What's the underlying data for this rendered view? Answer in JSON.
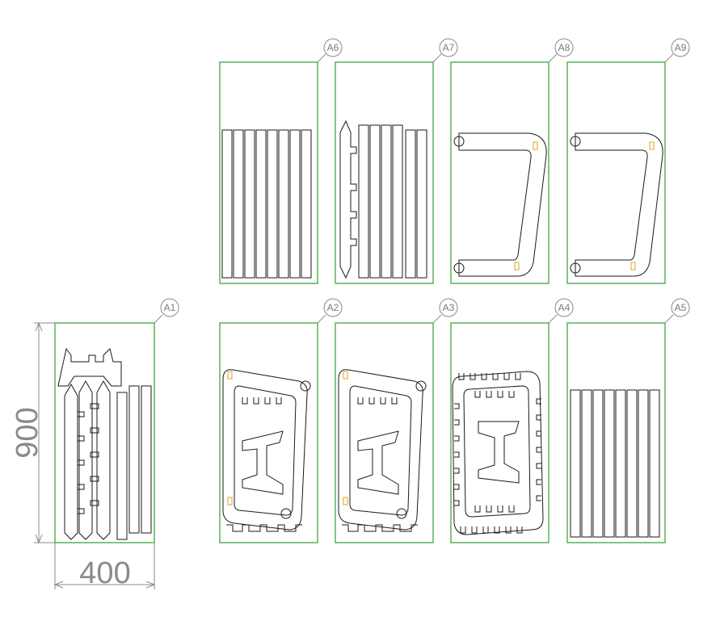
{
  "drawing": {
    "panels": [
      {
        "id": "A1",
        "label": "A1"
      },
      {
        "id": "A2",
        "label": "A2"
      },
      {
        "id": "A3",
        "label": "A3"
      },
      {
        "id": "A4",
        "label": "A4"
      },
      {
        "id": "A5",
        "label": "A5"
      },
      {
        "id": "A6",
        "label": "A6"
      },
      {
        "id": "A7",
        "label": "A7"
      },
      {
        "id": "A8",
        "label": "A8"
      },
      {
        "id": "A9",
        "label": "A9"
      }
    ],
    "dimensions": {
      "height_label": "900",
      "width_label": "400"
    },
    "colors": {
      "panel_border": "#2fa02f",
      "part_outline": "#1a1a1a",
      "tab_marker": "#e0a020",
      "annotation": "#8a8a8a"
    }
  }
}
